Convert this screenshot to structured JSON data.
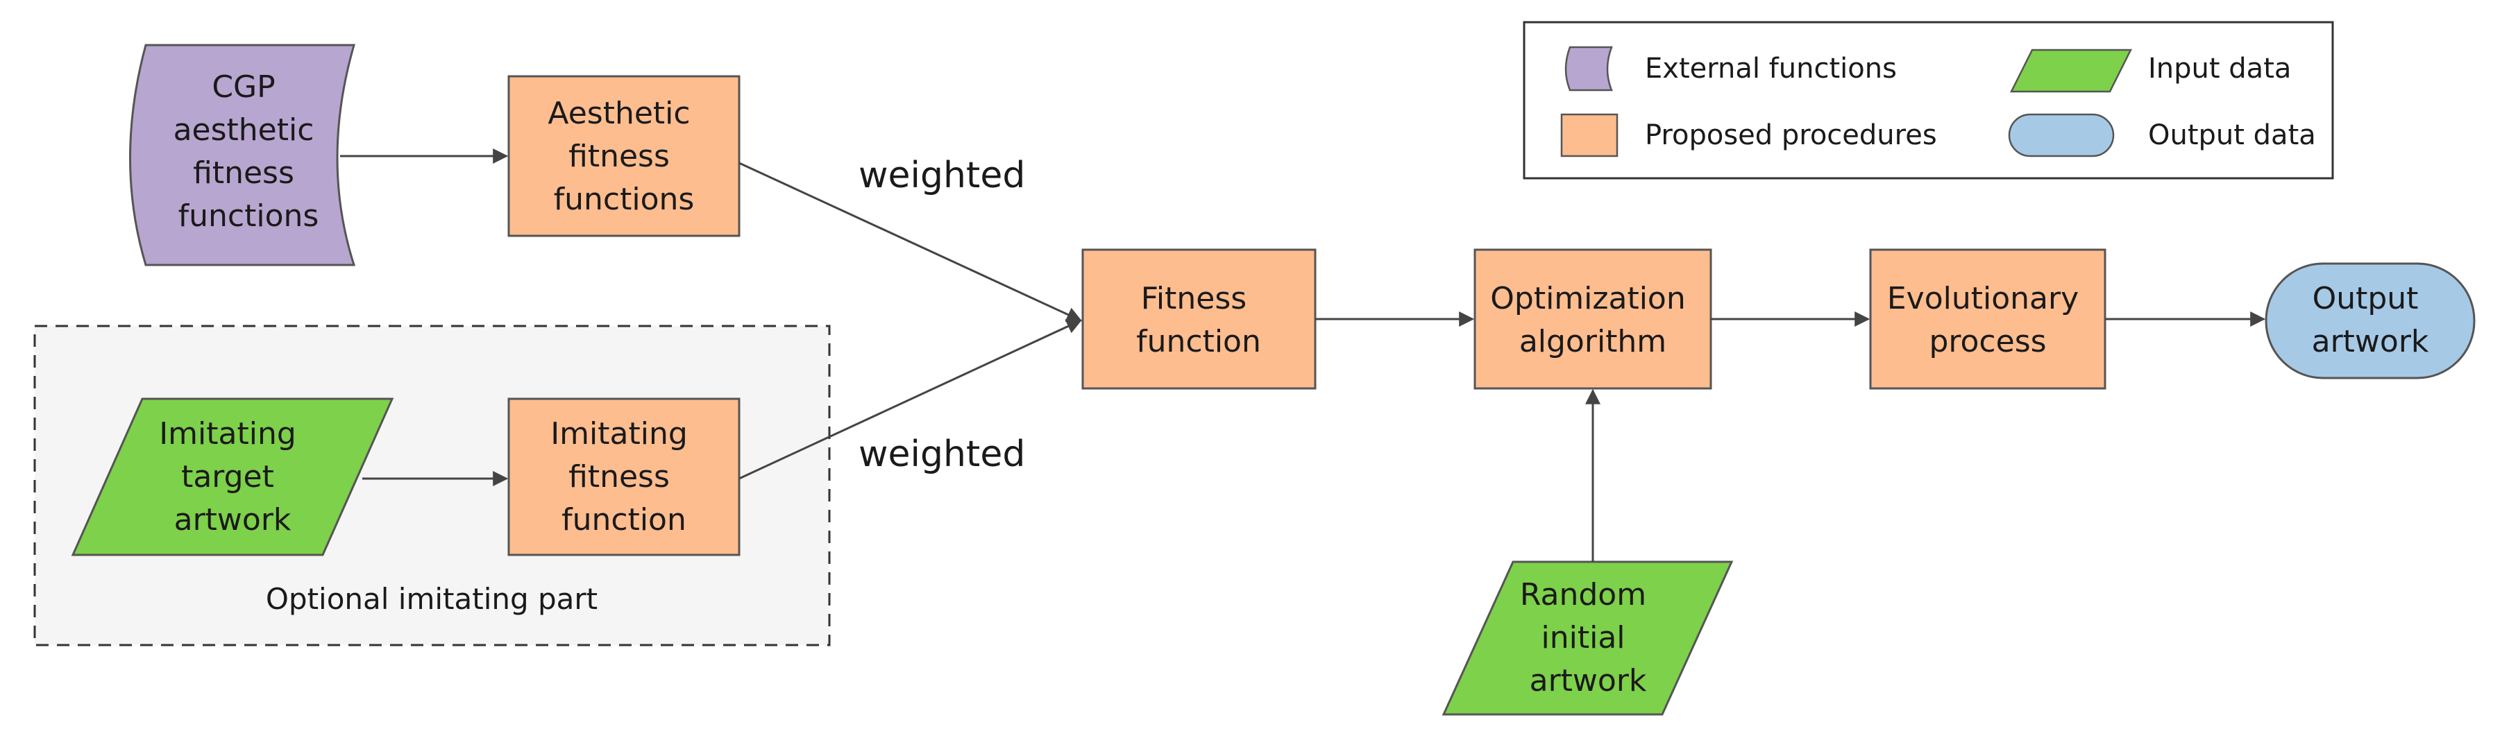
{
  "legend": {
    "external": "External functions",
    "proposed": "Proposed procedures",
    "input": "Input data",
    "output": "Output data"
  },
  "nodes": {
    "cgp": [
      "CGP",
      "aesthetic",
      "fitness",
      "functions"
    ],
    "aesthetic": [
      "Aesthetic",
      "fitness",
      "functions"
    ],
    "imitating_target": [
      "Imitating",
      "target",
      "artwork"
    ],
    "imitating_fitness": [
      "Imitating",
      "fitness",
      "function"
    ],
    "fitness": [
      "Fitness",
      "function"
    ],
    "optimization": [
      "Optimization",
      "algorithm"
    ],
    "evolutionary": [
      "Evolutionary",
      "process"
    ],
    "output": [
      "Output",
      "artwork"
    ],
    "random": [
      "Random",
      "initial",
      "artwork"
    ]
  },
  "edge_labels": {
    "weighted_top": "weighted",
    "weighted_bottom": "weighted"
  },
  "group_label": "Optional imitating part",
  "colors": {
    "external_fill": "#b7a6cf",
    "proposed_fill": "#fdbd8f",
    "input_fill": "#7ed14a",
    "output_fill": "#a6c9e6",
    "stroke": "#555555"
  }
}
